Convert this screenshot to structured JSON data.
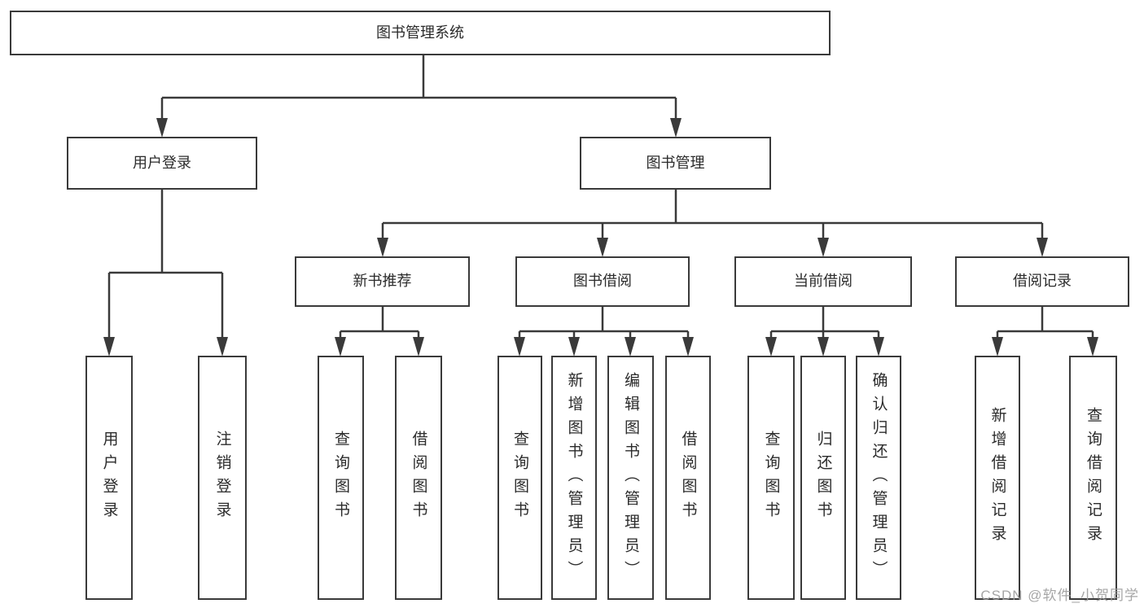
{
  "meta": {
    "watermark": "CSDN @软件_小贺同学"
  },
  "colors": {
    "line": "#3a3a3a",
    "box_border": "#3a3a3a",
    "text": "#2b2b2b",
    "background": "#ffffff",
    "watermark": "#9e9e9e"
  },
  "diagram_type": "hierarchy-tree",
  "nodes": {
    "root": "图书管理系统",
    "user_login": "用户登录",
    "book_management": "图书管理",
    "new_book_recommend": "新书推荐",
    "book_borrow": "图书借阅",
    "current_borrow": "当前借阅",
    "borrow_record": "借阅记录",
    "leaf_user_login": "用户登录",
    "leaf_logout": "注销登录",
    "leaf_query_book_1": "查询图书",
    "leaf_borrow_book_1": "借阅图书",
    "leaf_query_book_2": "查询图书",
    "leaf_add_book": "新增图书（管理员）",
    "leaf_edit_book": "编辑图书（管理员）",
    "leaf_borrow_book_2": "借阅图书",
    "leaf_query_book_3": "查询图书",
    "leaf_return_book": "归还图书",
    "leaf_confirm_return": "确认归还（管理员）",
    "leaf_add_borrow_record": "新增借阅记录",
    "leaf_query_borrow_record": "查询借阅记录"
  },
  "hierarchy": {
    "图书管理系统": {
      "用户登录": [
        "用户登录",
        "注销登录"
      ],
      "图书管理": {
        "新书推荐": [
          "查询图书",
          "借阅图书"
        ],
        "图书借阅": [
          "查询图书",
          "新增图书（管理员）",
          "编辑图书（管理员）",
          "借阅图书"
        ],
        "当前借阅": [
          "查询图书",
          "归还图书",
          "确认归还（管理员）"
        ],
        "借阅记录": [
          "新增借阅记录",
          "查询借阅记录"
        ]
      }
    }
  }
}
